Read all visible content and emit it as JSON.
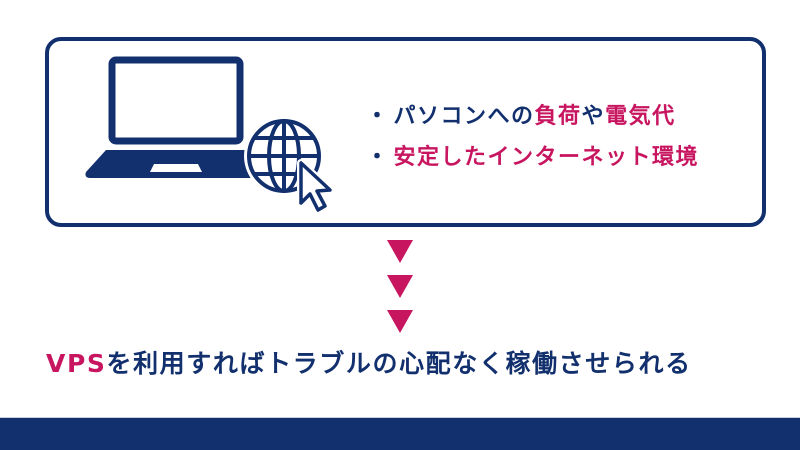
{
  "colors": {
    "navy": "#13306e",
    "accent_pink": "#c8155f",
    "background": "#ffffff"
  },
  "illustration": {
    "icons": [
      "laptop-icon",
      "globe-icon",
      "mouse-cursor-icon"
    ]
  },
  "bullets": [
    {
      "marker": "・",
      "segments": [
        {
          "text": "パソコンへの",
          "color": "navy"
        },
        {
          "text": "負荷",
          "color": "pink"
        },
        {
          "text": "や",
          "color": "navy"
        },
        {
          "text": "電気代",
          "color": "pink"
        }
      ]
    },
    {
      "marker": "・",
      "segments": [
        {
          "text": "安定したインターネット環境",
          "color": "pink"
        }
      ]
    }
  ],
  "arrows": {
    "count": 3,
    "icon": "down-triangle-icon"
  },
  "conclusion": {
    "highlight": "VPS",
    "text": "を利用すればトラブルの心配なく稼働させられる"
  },
  "footer": {
    "color": "#13306e"
  }
}
